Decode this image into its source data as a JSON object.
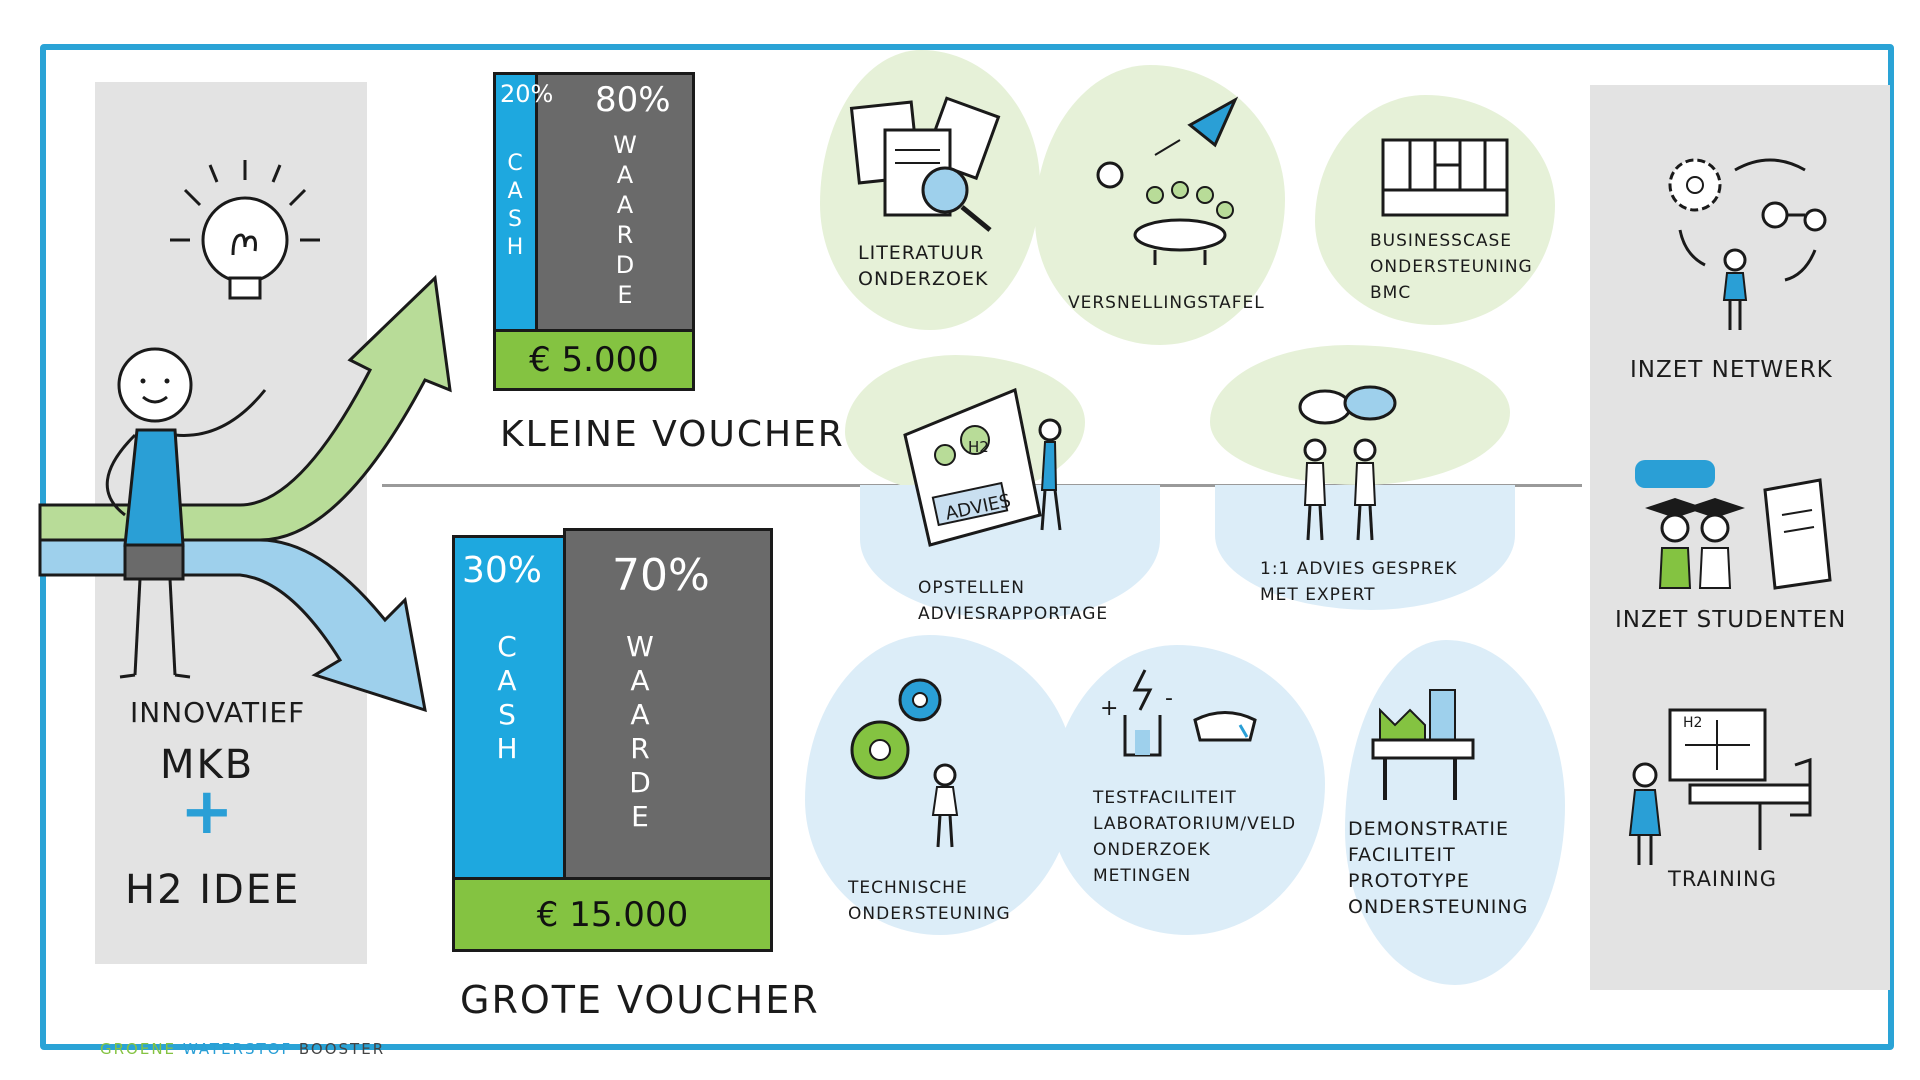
{
  "left_panel": {
    "title_line1": "INNOVATIEF",
    "title_line2": "MKB",
    "plus_symbol": "+",
    "title_line3": "H2 IDEE"
  },
  "small_voucher": {
    "cash_pct": "20%",
    "cash_label": "C\nA\nS\nH",
    "value_pct": "80%",
    "value_label": "W\nA\nA\nR\nD\nE",
    "amount": "€ 5.000",
    "title": "KLEINE VOUCHER"
  },
  "large_voucher": {
    "cash_pct": "30%",
    "cash_label": "C\nA\nS\nH",
    "value_pct": "70%",
    "value_label": "W\nA\nA\nR\nD\nE",
    "amount": "€ 15.000",
    "title": "GROTE VOUCHER"
  },
  "services_small": [
    {
      "label": "LITERATUUR\nONDERZOEK",
      "icon": "documents-magnifier-icon"
    },
    {
      "label": "VERSNELLINGSTAFEL",
      "icon": "rocket-table-icon"
    },
    {
      "label": "BUSINESSCASE\nONDERSTEUNING\nBMC",
      "icon": "canvas-grid-icon"
    }
  ],
  "services_middle": [
    {
      "label": "OPSTELLEN\nADVIESRAPPORTAGE",
      "icon": "report-book-icon",
      "book_text": "ADVIES",
      "book_h2": "H2"
    },
    {
      "label": "1:1 ADVIES GESPREK\nMET EXPERT",
      "icon": "conversation-icon"
    }
  ],
  "services_large": [
    {
      "label": "TECHNISCHE\nONDERSTEUNING",
      "icon": "gears-icon"
    },
    {
      "label": "TESTFACILITEIT\nLABORATORIUM/VELD\nONDERZOEK\nMETINGEN",
      "icon": "test-facility-icon"
    },
    {
      "label": "DEMONSTRATIE\nFACILITEIT\nPROTOTYPE\nONDERSTEUNING",
      "icon": "demo-facility-icon"
    }
  ],
  "right_panel": [
    {
      "label": "INZET NETWERK",
      "icon": "network-cycle-icon"
    },
    {
      "label": "INZET STUDENTEN",
      "icon": "students-icon"
    },
    {
      "label": "TRAINING",
      "icon": "training-board-icon",
      "board_text": "H2"
    }
  ],
  "footer": {
    "word1": "GROENE",
    "word2": "WATERSTOF",
    "word3": "BOOSTER"
  },
  "colors": {
    "frame": "#2aa3d6",
    "cash": "#1ea8df",
    "value": "#6a6a6a",
    "amount": "#84c341",
    "green_zone": "#e6f1d8",
    "blue_zone": "#dcedf8",
    "panel": "#e3e3e3"
  }
}
